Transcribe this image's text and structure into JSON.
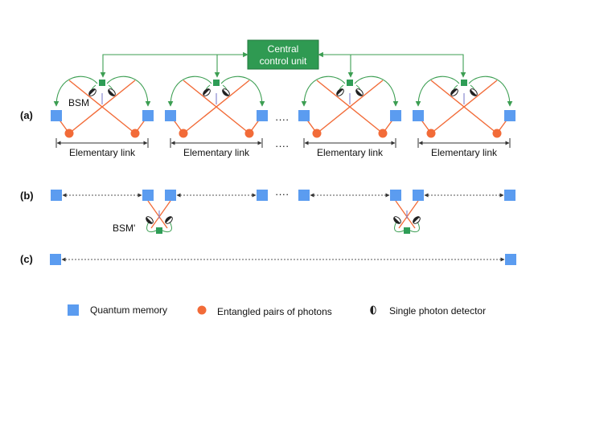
{
  "central_unit": {
    "line1": "Central",
    "line2": "control unit"
  },
  "rows": {
    "a": "(a)",
    "b": "(b)",
    "c": "(c)"
  },
  "labels": {
    "bsm": "BSM",
    "bsm_prime": "BSM'",
    "ellipsis": "····"
  },
  "links": {
    "elementary_link": "Elementary link"
  },
  "legend": {
    "memory": "Quantum memory",
    "photons": "Entangled pairs of photons",
    "detector": "Single photon detector"
  },
  "colors": {
    "memory": "#5b9cf0",
    "photon": "#f26b38",
    "bsm_node": "#2e9d56",
    "control": "#2f9a52",
    "control_line": "#3c9e52",
    "link_line": "#555555"
  }
}
